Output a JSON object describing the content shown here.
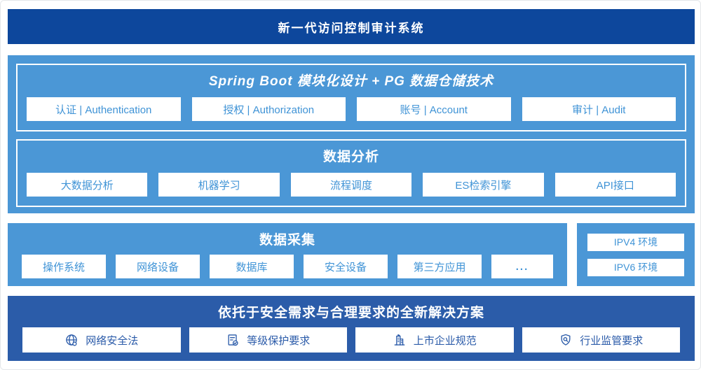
{
  "colors": {
    "header_bg": "#0d479c",
    "mid_blue_bg": "#4b97d6",
    "footer_bg": "#2b5ca9",
    "block_text_light_blue": "#3f93d6",
    "footer_text_dark_blue": "#2b5ba9",
    "block_bg": "#ffffff"
  },
  "header": {
    "title": "新一代访问控制审计系统"
  },
  "architecture": {
    "spring_boot": {
      "title": "Spring Boot 模块化设计 + PG 数据仓储技术",
      "items": [
        "认证 | Authentication",
        "授权 | Authorization",
        "账号 | Account",
        "审计 | Audit"
      ]
    },
    "data_analysis": {
      "title": "数据分析",
      "items": [
        "大数据分析",
        "机器学习",
        "流程调度",
        "ES检索引擎",
        "API接口"
      ]
    }
  },
  "data_collection": {
    "title": "数据采集",
    "items": [
      "操作系统",
      "网络设备",
      "数据库",
      "安全设备",
      "第三方应用",
      "..."
    ]
  },
  "environments": {
    "items": [
      "IPV4 环境",
      "IPV6 环境"
    ]
  },
  "solution": {
    "title": "依托于安全需求与合理要求的全新解决方案",
    "items": [
      {
        "icon": "globe-icon",
        "label": "网络安全法"
      },
      {
        "icon": "document-check-icon",
        "label": "等级保护要求"
      },
      {
        "icon": "building-icon",
        "label": "上市企业规范"
      },
      {
        "icon": "shield-search-icon",
        "label": "行业监管要求"
      }
    ]
  }
}
